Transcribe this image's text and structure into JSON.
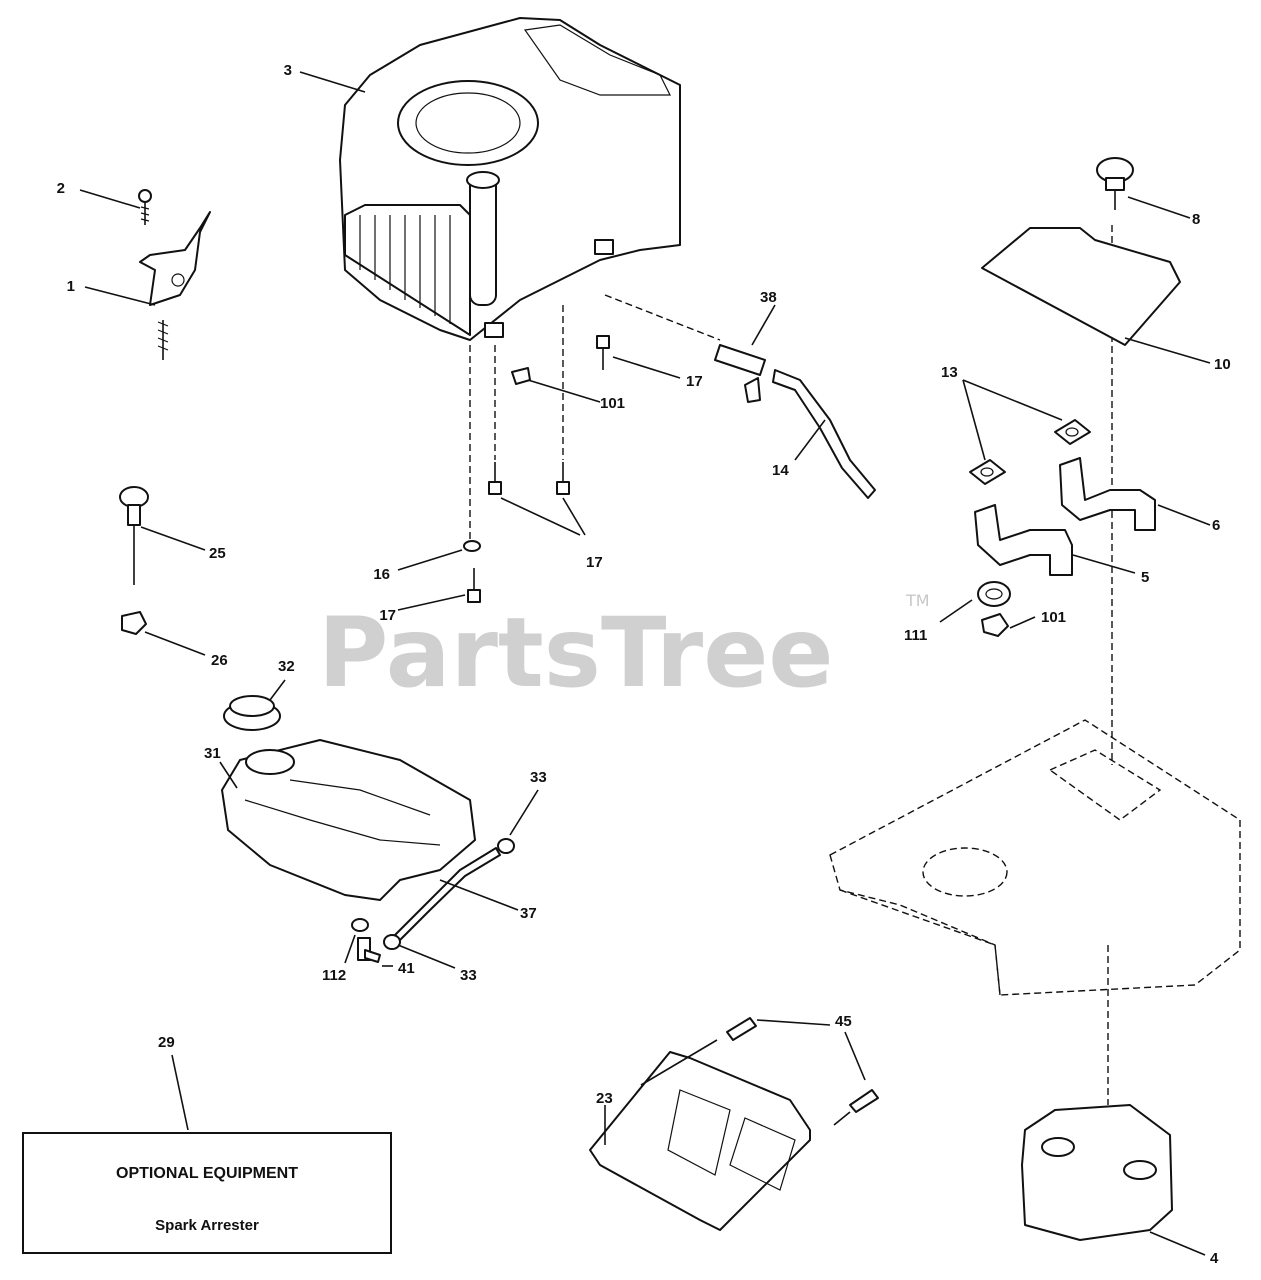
{
  "watermark": {
    "text": "PartsTree",
    "tm": "TM"
  },
  "optional_box": {
    "title": "OPTIONAL EQUIPMENT",
    "item": "Spark Arrester"
  },
  "callouts": {
    "c1": "1",
    "c2": "2",
    "c3": "3",
    "c4": "4",
    "c5": "5",
    "c6": "6",
    "c8": "8",
    "c10": "10",
    "c13": "13",
    "c14": "14",
    "c16": "16",
    "c17a": "17",
    "c17b": "17",
    "c17c": "17",
    "c23": "23",
    "c25": "25",
    "c26": "26",
    "c29": "29",
    "c31": "31",
    "c32": "32",
    "c33a": "33",
    "c33b": "33",
    "c37": "37",
    "c38": "38",
    "c41": "41",
    "c45": "45",
    "c101a": "101",
    "c101b": "101",
    "c111": "111",
    "c112": "112"
  }
}
